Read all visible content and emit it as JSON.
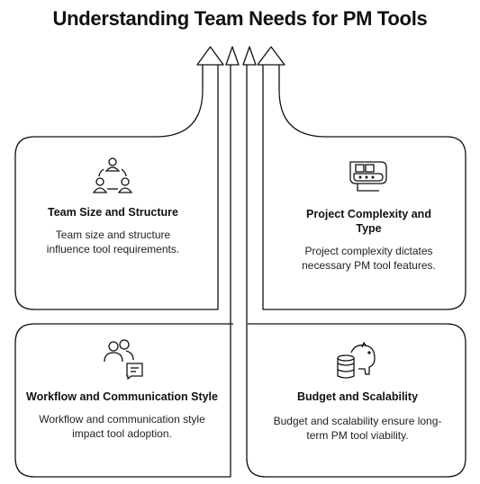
{
  "title": "Understanding Team Needs for PM Tools",
  "cards": [
    {
      "title": "Team Size and Structure",
      "desc": "Team size and structure influence tool requirements.",
      "icon": "team-icon"
    },
    {
      "title": "Project Complexity and Type",
      "desc": "Project complexity dictates necessary PM tool features.",
      "icon": "conveyor-icon"
    },
    {
      "title": "Workflow and Communication Style",
      "desc": "Workflow and communication style impact tool adoption.",
      "icon": "people-chat-icon"
    },
    {
      "title": "Budget and Scalability",
      "desc": "Budget and scalability ensure long-term PM tool viability.",
      "icon": "piggy-bank-icon"
    }
  ]
}
